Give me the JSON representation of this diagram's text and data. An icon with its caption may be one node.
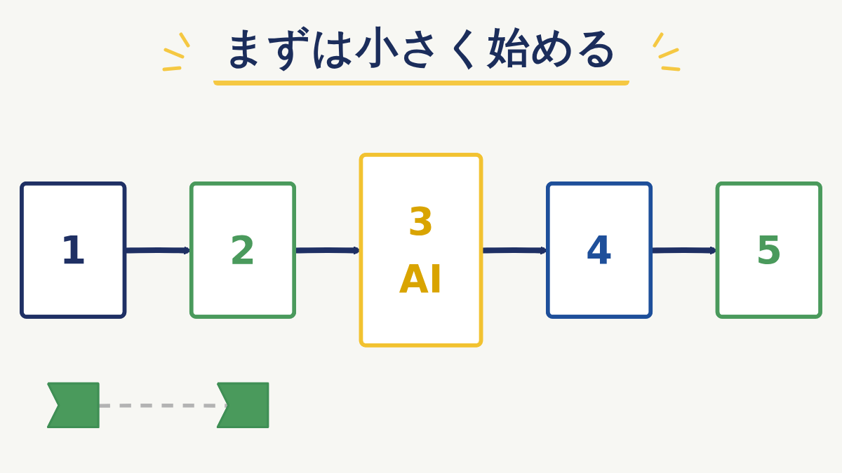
{
  "diagram": {
    "title": "まずは小さく始める",
    "nodes": [
      {
        "text": [
          "1"
        ]
      },
      {
        "text": [
          "2"
        ]
      },
      {
        "text": [
          "3",
          "AI"
        ]
      },
      {
        "text": [
          "4"
        ]
      },
      {
        "text": [
          "5"
        ]
      },
      {
        "text": [],
        "shape": "flag"
      },
      {
        "text": [],
        "shape": "flag"
      }
    ],
    "edges": [
      {
        "from": 0,
        "to": 1,
        "arrow": "to"
      },
      {
        "from": 1,
        "to": 2,
        "arrow": "to"
      },
      {
        "from": 2,
        "to": 3,
        "arrow": "to"
      },
      {
        "from": 3,
        "to": 4,
        "arrow": "to"
      },
      {
        "from": 5,
        "to": 6,
        "arrow": "none",
        "style": "dashed",
        "color": "#b3b3b3"
      }
    ]
  }
}
